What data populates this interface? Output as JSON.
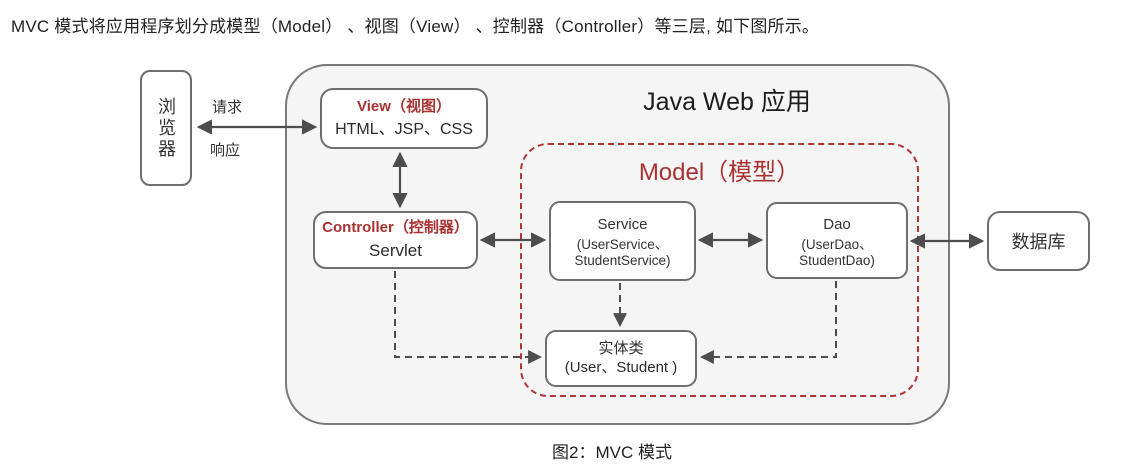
{
  "intro": {
    "text": "MVC 模式将应用程序划分成模型（Model） 、视图（View） 、控制器（Controller）等三层, 如下图所示。"
  },
  "diagram": {
    "browser": {
      "label": "浏览器"
    },
    "request_label": "请求",
    "response_label": "响应",
    "container_title": "Java Web 应用",
    "view": {
      "title": "View（视图）",
      "content": "HTML、JSP、CSS"
    },
    "controller": {
      "title": "Controller（控制器）",
      "content": "Servlet"
    },
    "model": {
      "title": "Model（模型）"
    },
    "service": {
      "title": "Service",
      "line1": "(UserService、",
      "line2": "StudentService)"
    },
    "dao": {
      "title": "Dao",
      "line1": "(UserDao、",
      "line2": "StudentDao)"
    },
    "entity": {
      "title": "实体类",
      "content": "(User、Student )"
    },
    "database": {
      "label": "数据库"
    },
    "colors": {
      "accent_red": "#a93232",
      "model_dashed_border": "#b13434",
      "box_border_gray": "#6e6e6e",
      "arrow_gray": "#4d4d4d",
      "container_bg": "#f5f5f5"
    }
  },
  "caption": {
    "text": "图2：MVC 模式"
  }
}
